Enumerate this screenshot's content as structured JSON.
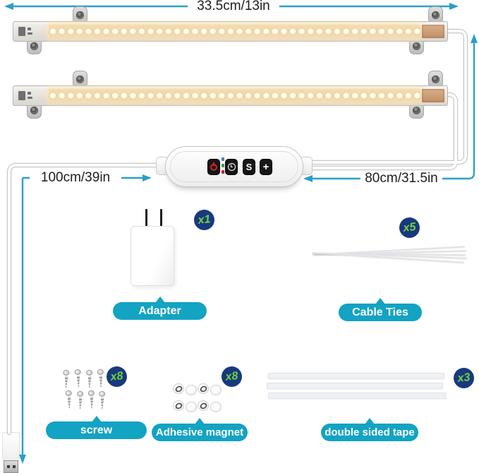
{
  "annotations": {
    "bar_length": "33.5cm/13in",
    "left_cable_length": "100cm/39in",
    "right_cable_length": "80cm/31.5in"
  },
  "controller": {
    "mode_button_label": "S",
    "plus_button_label": "+",
    "indicators": [
      "#4a7fd4",
      "#3f9e3f",
      "#cc2222"
    ]
  },
  "accessories": [
    {
      "label": "Adapter",
      "qty": "x1"
    },
    {
      "label": "Cable Ties",
      "qty": "x5"
    },
    {
      "label": "screw",
      "qty": "x8"
    },
    {
      "label": "Adhesive magnet",
      "qty": "x8"
    },
    {
      "label": "double sided tape",
      "qty": "x3"
    }
  ],
  "colors": {
    "accent_teal": "#13a3c3",
    "arrow_teal": "#2a9fc8",
    "badge_navy": "#17397f",
    "badge_green": "#74d23a",
    "led_warm": "#ffe9bd"
  }
}
